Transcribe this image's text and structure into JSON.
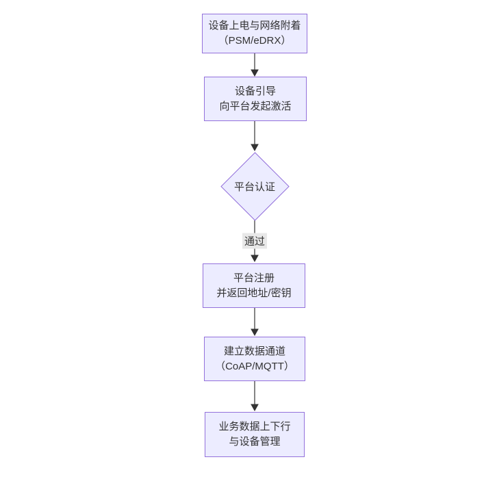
{
  "diagram": {
    "type": "flowchart",
    "direction": "top-down",
    "colors": {
      "background": "#ffffff",
      "node_fill": "#ECECFF",
      "node_border": "#9370DB",
      "text": "#333333",
      "edge": "#333333",
      "edge_label_bg": "#e8e8e8"
    },
    "nodes": [
      {
        "id": "A",
        "shape": "rect",
        "lines": [
          "设备上电与网络附着",
          "（PSM/eDRX）"
        ]
      },
      {
        "id": "B",
        "shape": "rect",
        "lines": [
          "设备引导",
          "向平台发起激活"
        ]
      },
      {
        "id": "C",
        "shape": "diamond",
        "lines": [
          "平台认证"
        ]
      },
      {
        "id": "D",
        "shape": "rect",
        "lines": [
          "平台注册",
          "并返回地址/密钥"
        ]
      },
      {
        "id": "E",
        "shape": "rect",
        "lines": [
          "建立数据通道",
          "（CoAP/MQTT）"
        ]
      },
      {
        "id": "F",
        "shape": "rect",
        "lines": [
          "业务数据上下行",
          "与设备管理"
        ]
      }
    ],
    "edges": [
      {
        "from": "A",
        "to": "B",
        "label": ""
      },
      {
        "from": "B",
        "to": "C",
        "label": ""
      },
      {
        "from": "C",
        "to": "D",
        "label": "通过"
      },
      {
        "from": "D",
        "to": "E",
        "label": ""
      },
      {
        "from": "E",
        "to": "F",
        "label": ""
      }
    ]
  }
}
